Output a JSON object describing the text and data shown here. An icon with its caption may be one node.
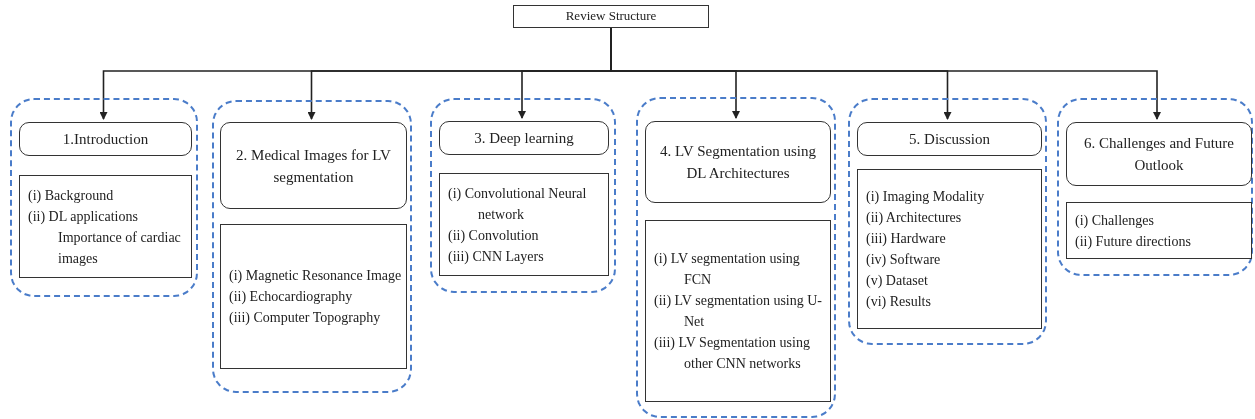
{
  "diagram": {
    "nodes": [
      {
        "text": [
          "Review Structure"
        ]
      },
      {
        "text": [],
        "shape": "box"
      },
      {
        "text": [
          "1.Introduction"
        ],
        "in": 1
      },
      {
        "text": [
          "(i) Background",
          "(ii) DL applications Importance of cardiac images"
        ],
        "in": 1
      },
      {
        "text": [],
        "shape": "box"
      },
      {
        "text": [
          "2. Medical Images for LV segmentation"
        ],
        "in": 4
      },
      {
        "text": [
          "(i) Magnetic Resonance Image",
          "(ii) Echocardiography",
          "(iii) Computer Topography"
        ],
        "in": 4
      },
      {
        "text": [],
        "shape": "box"
      },
      {
        "text": [
          "3. Deep learning"
        ],
        "in": 7
      },
      {
        "text": [
          "(i) Convolutional Neural network",
          "(ii) Convolution",
          "(iii) CNN Layers"
        ],
        "in": 7
      },
      {
        "text": [],
        "shape": "box"
      },
      {
        "text": [
          "4. LV Segmentation using DL Architectures"
        ],
        "in": 10
      },
      {
        "text": [
          "(i) LV segmentation using FCN",
          "(ii) LV segmentation using U-Net",
          "(iii) LV Segmentation using other CNN networks"
        ],
        "in": 10
      },
      {
        "text": [],
        "shape": "box"
      },
      {
        "text": [
          "5. Discussion"
        ],
        "in": 13
      },
      {
        "text": [
          "(i) Imaging Modality",
          "(ii) Architectures",
          "(iii) Hardware",
          "(iv) Software",
          "(v) Dataset",
          "(vi) Results"
        ],
        "in": 13
      },
      {
        "text": [],
        "shape": "box"
      },
      {
        "text": [
          "6. Challenges and Future Outlook"
        ],
        "in": 16
      },
      {
        "text": [
          "(i) Challenges",
          "(ii) Future directions"
        ],
        "in": 16
      }
    ],
    "edges": [
      {
        "from": 0,
        "to": 2,
        "arrow": "to"
      },
      {
        "from": 0,
        "to": 5,
        "arrow": "to"
      },
      {
        "from": 0,
        "to": 8,
        "arrow": "to"
      },
      {
        "from": 0,
        "to": 11,
        "arrow": "to"
      },
      {
        "from": 0,
        "to": 14,
        "arrow": "to"
      },
      {
        "from": 0,
        "to": 17,
        "arrow": "to"
      }
    ]
  }
}
